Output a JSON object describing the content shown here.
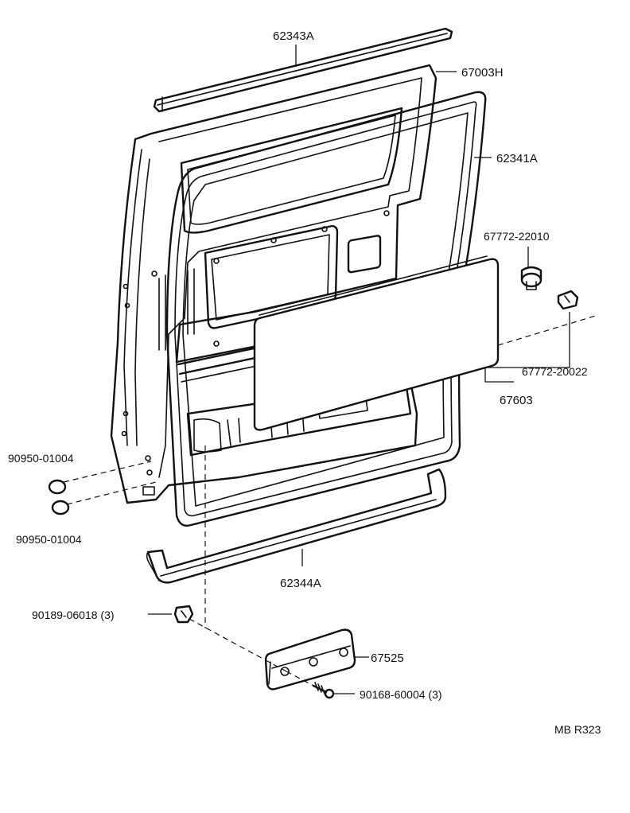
{
  "diagram": {
    "callouts": {
      "p62343A": "62343A",
      "p67003H": "67003H",
      "p62341A": "62341A",
      "p67772_22010": "67772-22010",
      "p67772_20022": "67772-20022",
      "p67603": "67603",
      "p90950_a": "90950-01004",
      "p90950_b": "90950-01004",
      "p62344A": "62344A",
      "p90189": "90189-06018 (3)",
      "p67525": "67525",
      "p90168": "90168-60004 (3)"
    },
    "drawing_code": "MB R323"
  }
}
